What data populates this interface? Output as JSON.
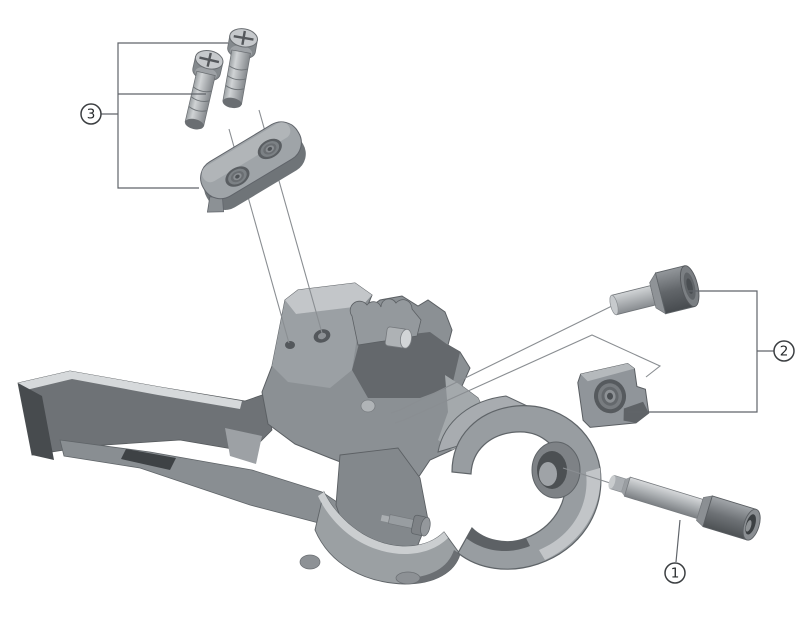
{
  "diagram": {
    "kind": "exploded-parts-diagram",
    "subject": "front-derailleur-assembly",
    "background_color": "#ffffff",
    "bracket_line_color": "#60646a",
    "leader_line_color": "#8a8e92",
    "outline_color": "#5c6064",
    "metal_light": "#d2d5d7",
    "metal_mid": "#8f9498",
    "metal_dark": "#55585c",
    "callouts": [
      {
        "label": "1",
        "part": "clamp-bolt"
      },
      {
        "label": "2",
        "part": "cable-fixing-bolt-and-plate"
      },
      {
        "label": "3",
        "part": "fixing-screws-and-backup-plate"
      }
    ]
  }
}
